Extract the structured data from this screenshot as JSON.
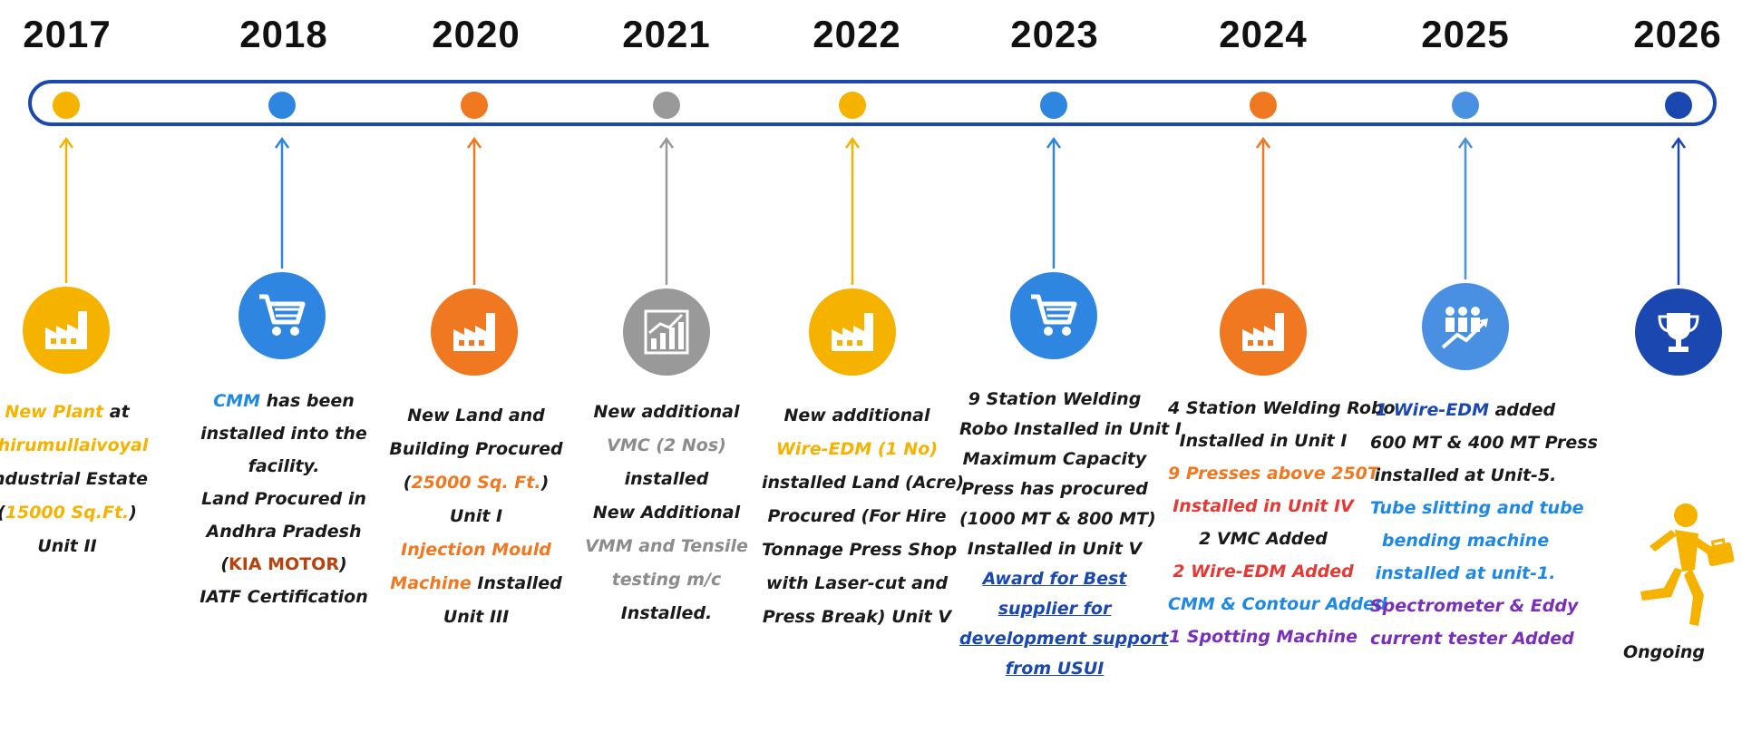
{
  "milestones": [
    {
      "year": "2017",
      "color": "#f5b300",
      "icon": "factory-icon",
      "lines": [
        [
          {
            "t": "New Plant",
            "c": "c-yellow"
          },
          {
            "t": " at",
            "c": ""
          }
        ],
        [
          {
            "t": "Thirumullaivoyal",
            "c": "c-yellow"
          }
        ],
        [
          {
            "t": "Industrial Estate",
            "c": ""
          }
        ],
        [
          {
            "t": "(",
            "c": ""
          },
          {
            "t": "15000 Sq.Ft.",
            "c": "c-yellow"
          },
          {
            "t": ")",
            "c": ""
          }
        ],
        [
          {
            "t": "Unit II",
            "c": ""
          }
        ]
      ]
    },
    {
      "year": "2018",
      "color": "#2f86e0",
      "icon": "cart-icon",
      "lines": [
        [
          {
            "t": "CMM",
            "c": "c-blue"
          },
          {
            "t": " has been",
            "c": ""
          }
        ],
        [
          {
            "t": "installed into the",
            "c": ""
          }
        ],
        [
          {
            "t": "facility.",
            "c": ""
          }
        ],
        [
          {
            "t": "Land Procured in",
            "c": ""
          }
        ],
        [
          {
            "t": "Andhra Pradesh",
            "c": ""
          }
        ],
        [
          {
            "t": "(",
            "c": ""
          },
          {
            "t": "KIA MOTOR",
            "c": "c-brown"
          },
          {
            "t": ")",
            "c": ""
          }
        ],
        [
          {
            "t": "IATF Certification",
            "c": ""
          }
        ]
      ]
    },
    {
      "year": "2020",
      "color": "#f07820",
      "icon": "factory-icon",
      "lines": [
        [
          {
            "t": "New Land and",
            "c": ""
          }
        ],
        [
          {
            "t": "Building Procured",
            "c": ""
          }
        ],
        [
          {
            "t": "(",
            "c": ""
          },
          {
            "t": "25000 Sq. Ft.",
            "c": "c-orange"
          },
          {
            "t": ")",
            "c": ""
          }
        ],
        [
          {
            "t": "Unit I",
            "c": ""
          }
        ],
        [
          {
            "t": " ",
            "c": ""
          }
        ],
        [
          {
            "t": "Injection Mould",
            "c": "c-orange"
          }
        ],
        [
          {
            "t": "Machine",
            "c": "c-orange"
          },
          {
            "t": " Installed",
            "c": ""
          }
        ],
        [
          {
            "t": "Unit III",
            "c": ""
          }
        ]
      ]
    },
    {
      "year": "2021",
      "color": "#999999",
      "icon": "growth-chart-icon",
      "lines": [
        [
          {
            "t": "New additional",
            "c": ""
          }
        ],
        [
          {
            "t": "VMC (2 Nos)",
            "c": "c-gray"
          }
        ],
        [
          {
            "t": "installed",
            "c": ""
          }
        ],
        [
          {
            "t": "New Additional",
            "c": ""
          }
        ],
        [
          {
            "t": "VMM and Tensile",
            "c": "c-gray"
          }
        ],
        [
          {
            "t": "testing m/c",
            "c": "c-gray"
          }
        ],
        [
          {
            "t": "Installed.",
            "c": ""
          }
        ]
      ]
    },
    {
      "year": "2022",
      "color": "#f5b300",
      "icon": "factory-icon",
      "lines": [
        [
          {
            "t": "New additional",
            "c": ""
          }
        ],
        [
          {
            "t": "Wire-EDM (1 No)",
            "c": "c-yellow"
          }
        ],
        [
          {
            "t": "installed Land (Acre)",
            "c": ""
          }
        ],
        [
          {
            "t": "Procured (For Hire",
            "c": ""
          }
        ],
        [
          {
            "t": "Tonnage Press Shop",
            "c": ""
          }
        ],
        [
          {
            "t": "with Laser-cut and",
            "c": ""
          }
        ],
        [
          {
            "t": "Press Break) Unit V",
            "c": ""
          }
        ]
      ]
    },
    {
      "year": "2023",
      "color": "#2f86e0",
      "icon": "cart-icon",
      "lines": [
        [
          {
            "t": "9 Station Welding",
            "c": ""
          }
        ],
        [
          {
            "t": "Robo Installed in Unit I",
            "c": ""
          }
        ],
        [
          {
            "t": "Maximum Capacity",
            "c": ""
          }
        ],
        [
          {
            "t": "Press has procured",
            "c": ""
          }
        ],
        [
          {
            "t": "(1000 MT & 800 MT)",
            "c": ""
          }
        ],
        [
          {
            "t": "Installed in Unit V",
            "c": ""
          }
        ],
        [
          {
            "t": "Award for Best",
            "c": "c-link"
          }
        ],
        [
          {
            "t": "supplier for",
            "c": "c-link"
          }
        ],
        [
          {
            "t": "development support",
            "c": "c-link"
          }
        ],
        [
          {
            "t": "from USUI",
            "c": "c-link"
          }
        ]
      ]
    },
    {
      "year": "2024",
      "color": "#f07820",
      "icon": "factory-icon",
      "lines": [
        [
          {
            "t": "4 Station Welding Robo",
            "c": ""
          }
        ],
        [
          {
            "t": "Installed in Unit I",
            "c": ""
          }
        ],
        [
          {
            "t": "9 Presses above 250T",
            "c": "c-orange"
          }
        ],
        [
          {
            "t": "Installed in Unit IV",
            "c": "c-red"
          }
        ],
        [
          {
            "t": "2 VMC Added",
            "c": ""
          }
        ],
        [
          {
            "t": "2 Wire-EDM Added",
            "c": "c-red"
          }
        ],
        [
          {
            "t": "CMM & Contour Added",
            "c": "c-blue"
          }
        ],
        [
          {
            "t": "1 Spotting Machine",
            "c": "c-purple"
          }
        ]
      ]
    },
    {
      "year": "2025",
      "color": "#4a90e2",
      "icon": "team-growth-icon",
      "lines": [
        [
          {
            "t": "1 Wire-EDM",
            "c": "c-navy"
          },
          {
            "t": " added",
            "c": ""
          }
        ],
        [
          {
            "t": "600 MT & 400 MT Press",
            "c": ""
          }
        ],
        [
          {
            "t": "installed at Unit-5.",
            "c": ""
          }
        ],
        [
          {
            "t": "Tube slitting and tube",
            "c": "c-blue"
          }
        ],
        [
          {
            "t": "bending machine",
            "c": "c-blue"
          }
        ],
        [
          {
            "t": "installed at unit-1.",
            "c": "c-blue"
          }
        ],
        [
          {
            "t": "Spectrometer & Eddy",
            "c": "c-purple"
          }
        ],
        [
          {
            "t": "current tester Added",
            "c": "c-purple"
          }
        ]
      ]
    },
    {
      "year": "2026",
      "color": "#1a48b0",
      "icon": "trophy-icon",
      "lines": []
    }
  ],
  "ongoing": {
    "label": "Ongoing",
    "icon": "runner-icon",
    "color": "#f5b300"
  },
  "track_color": "#1a48b0"
}
